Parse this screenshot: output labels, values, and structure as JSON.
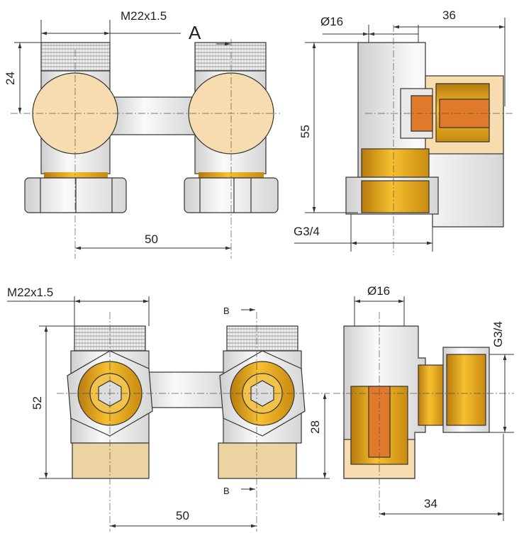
{
  "views": {
    "front_top": {
      "thread_label": "M22x1.5",
      "section_label": "A",
      "height_label": "24",
      "spacing_label": "50"
    },
    "side_top": {
      "diameter_label": "Ø16",
      "depth_label": "36",
      "height_label": "55",
      "connection_label": "G3/4"
    },
    "front_bottom": {
      "thread_label": "M22x1.5",
      "section_top_label": "B",
      "section_bottom_label": "B",
      "height_label": "52",
      "offset_label": "28",
      "spacing_label": "50"
    },
    "side_bottom": {
      "diameter_label": "Ø16",
      "connection_label": "G3/4",
      "depth_label": "34"
    }
  },
  "colors": {
    "beige": "#f7dcb0",
    "brass": "#e8a317",
    "orange": "#e07a2a",
    "steel": "#e9e9e9"
  }
}
